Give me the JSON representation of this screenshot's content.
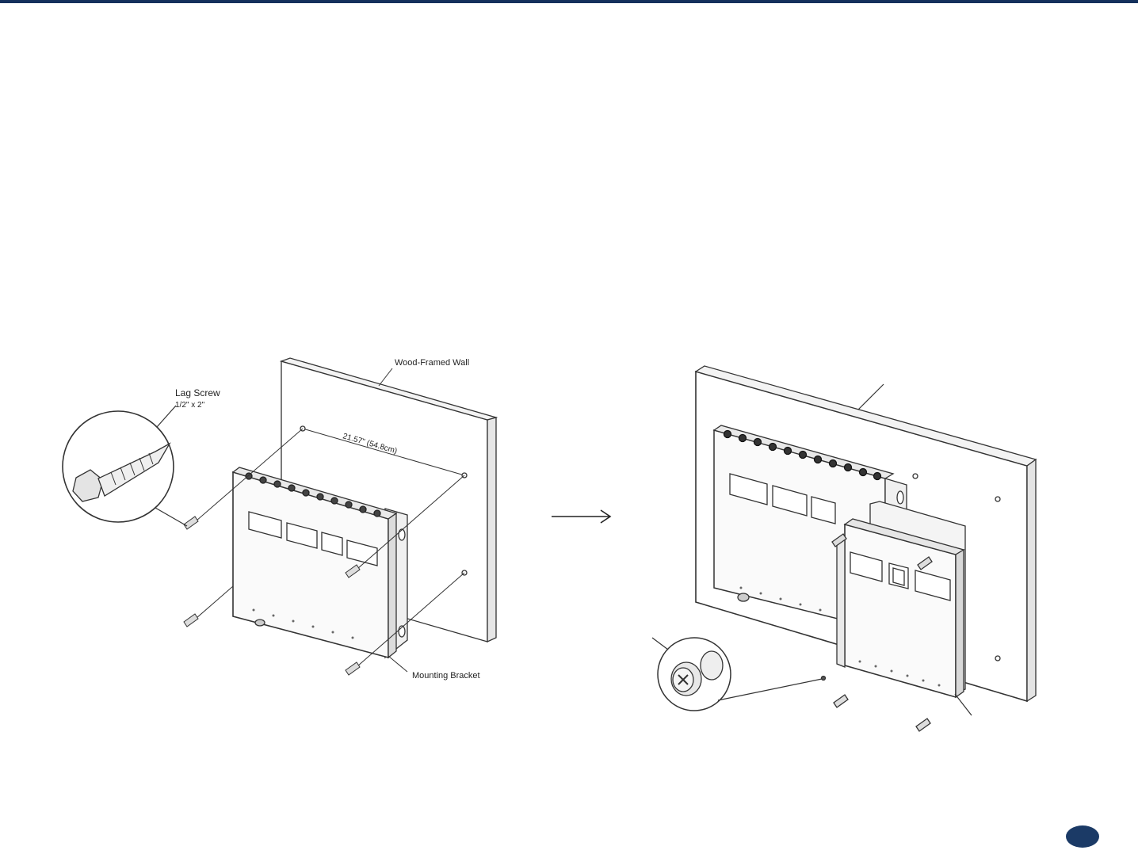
{
  "diagram": {
    "left": {
      "wall_label": "Wood-Framed Wall",
      "screw_label": "Lag Screw",
      "screw_size": "1/2\" x 2\"",
      "dimension": "21.57\" (54.8cm)",
      "bracket_label": "Mounting Bracket"
    },
    "arrow": "right-arrow-icon"
  },
  "theme": {
    "accent": "#14305c",
    "badge": "#1b3a66",
    "line": "#222222"
  }
}
